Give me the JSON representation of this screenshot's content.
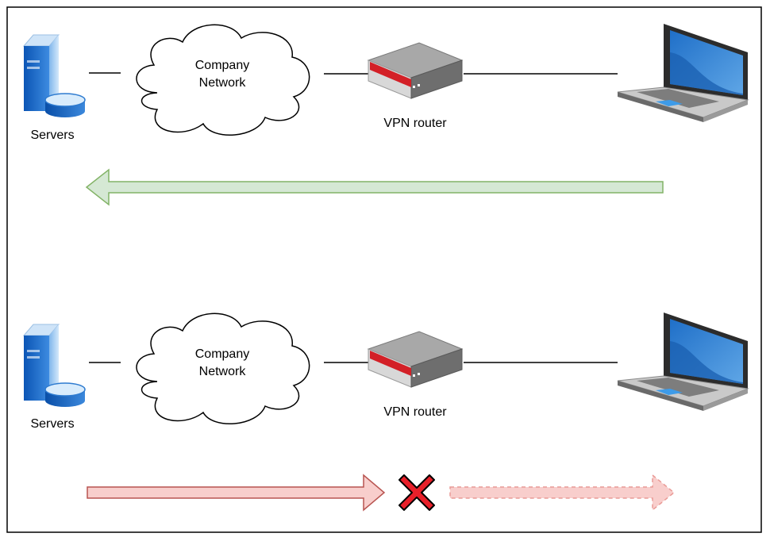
{
  "top_scenario": {
    "servers_label": "Servers",
    "cloud_label_line1": "Company",
    "cloud_label_line2": "Network",
    "router_label": "VPN router",
    "arrow_direction": "left",
    "arrow_color": "#d5e8d4",
    "arrow_stroke": "#82b366"
  },
  "bottom_scenario": {
    "servers_label": "Servers",
    "cloud_label_line1": "Company",
    "cloud_label_line2": "Network",
    "router_label": "VPN router",
    "arrow_direction": "right",
    "arrow_color": "#f8cecc",
    "arrow_stroke": "#b85450",
    "blocked_marker": "cross-icon"
  },
  "icons": [
    "server-icon",
    "cloud-icon",
    "router-icon",
    "laptop-icon",
    "cross-icon"
  ]
}
